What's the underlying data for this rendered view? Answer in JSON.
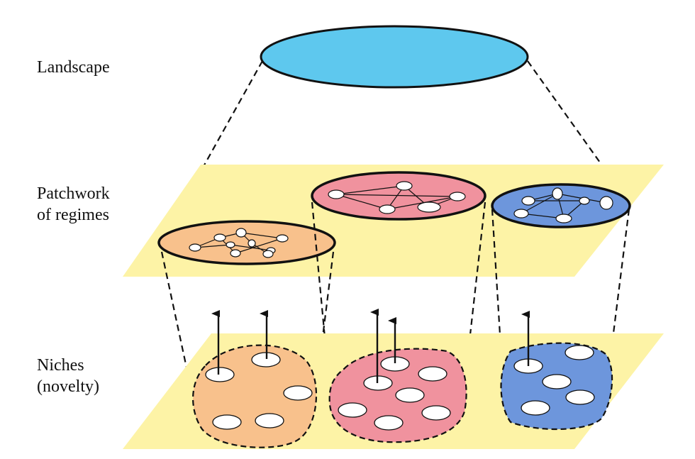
{
  "labels": {
    "landscape": "Landscape",
    "regimes_line1": "Patchwork",
    "regimes_line2": "of regimes",
    "niches_line1": "Niches",
    "niches_line2": "(novelty)"
  },
  "colors": {
    "plane": "#fdf3a6",
    "landscape": "#5ec8ee",
    "orange": "#f8c18c",
    "pink": "#f0929e",
    "blue": "#6d96dc",
    "node": "#ffffff",
    "stroke": "#111111"
  }
}
